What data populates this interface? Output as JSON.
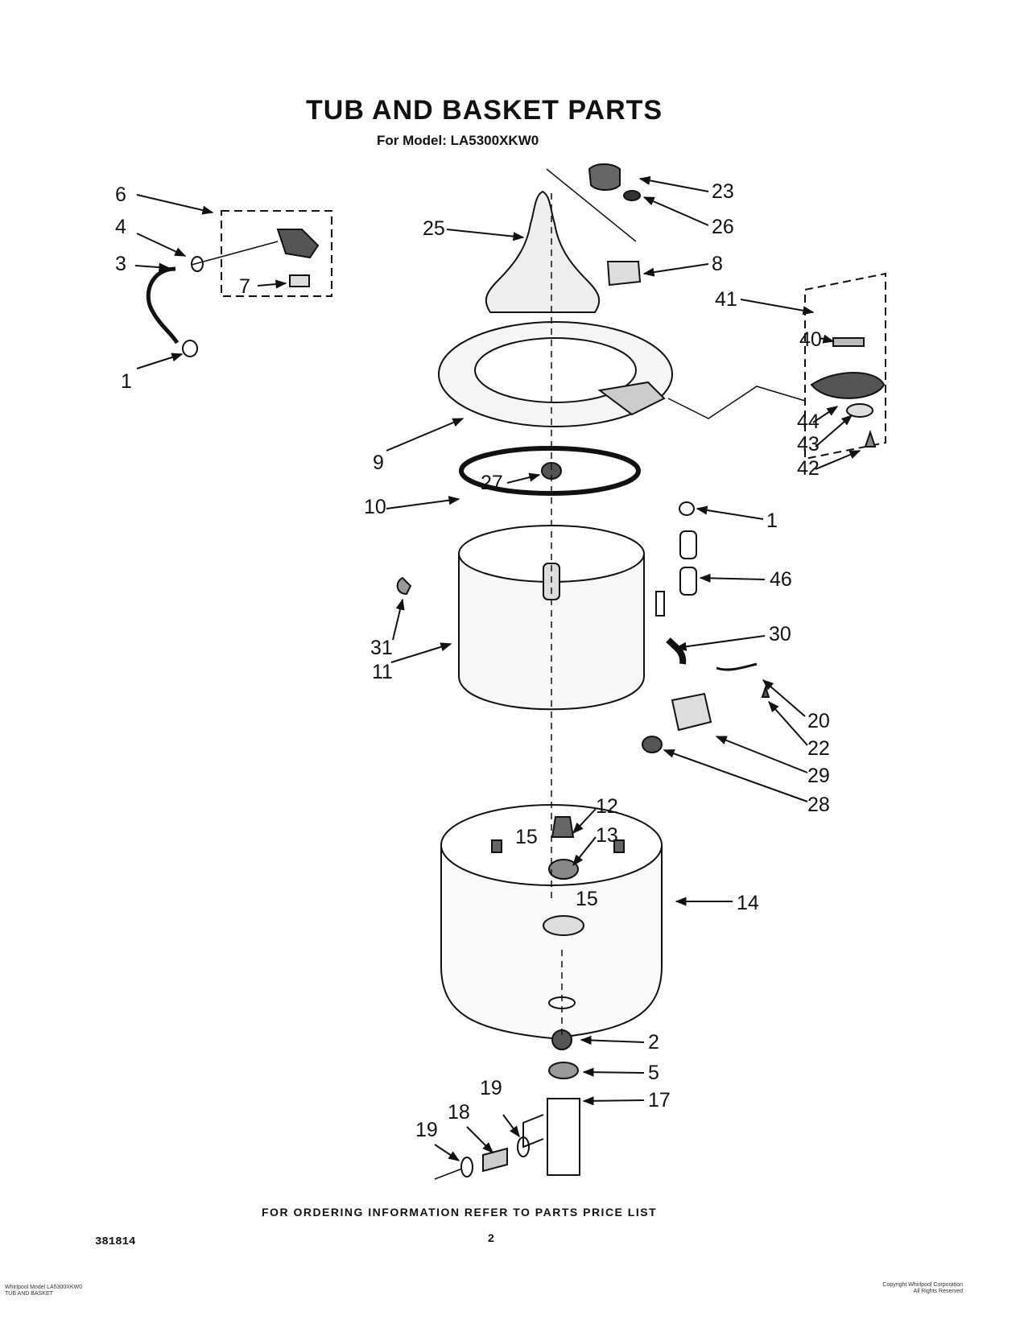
{
  "header": {
    "title": "TUB AND BASKET PARTS",
    "model_line": "For Model: LA5300XKW0"
  },
  "footer": {
    "ordering_note": "FOR ORDERING INFORMATION REFER TO PARTS PRICE LIST",
    "document_number": "381814",
    "page_number": "2",
    "left_fine_print": [
      "Whirlpool Model LA5300XKW0",
      "TUB AND BASKET"
    ],
    "right_fine_print": [
      "Copyright Whirlpool Corporation",
      "All Rights Reserved"
    ]
  },
  "callouts": {
    "c1a": "1",
    "c3": "3",
    "c4": "4",
    "c6": "6",
    "c7": "7",
    "c23": "23",
    "c26": "26",
    "c25": "25",
    "c8": "8",
    "c41": "41",
    "c40": "40",
    "c44": "44",
    "c43": "43",
    "c42": "42",
    "c9": "9",
    "c27": "27",
    "c10": "10",
    "c1b": "1",
    "c46": "46",
    "c31": "31",
    "c11": "11",
    "c30": "30",
    "c20": "20",
    "c22": "22",
    "c29": "29",
    "c28": "28",
    "c12": "12",
    "c15a": "15",
    "c13": "13",
    "c15b": "15",
    "c14": "14",
    "c2": "2",
    "c5": "5",
    "c17": "17",
    "c19a": "19",
    "c18": "18",
    "c19b": "19"
  }
}
